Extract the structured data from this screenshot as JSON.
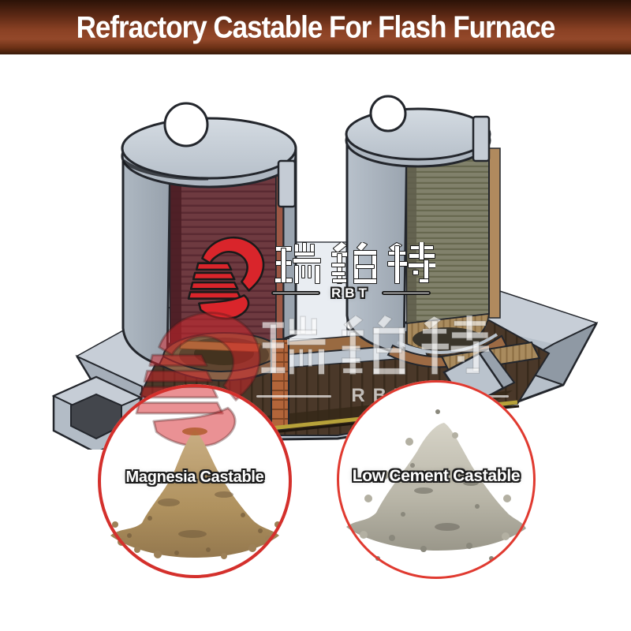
{
  "banner": {
    "title": "Refractory Castable For Flash Furnace",
    "bg_dark": "#2b1207",
    "bg_mid": "#8a4124",
    "text_color": "#ffffff"
  },
  "brand": {
    "name_cn": "瑞铂特",
    "name_en": "RBT",
    "logo_red": "#d9252b"
  },
  "furnace_diagram": {
    "subject": "flash furnace cutaway with two cylindrical vessels on a brick-lined base",
    "shell_color": "#b4bdc7",
    "left_vessel_lining_color": "#6e3a40",
    "right_vessel_lining_color": "#7e7f6c",
    "brick_color": "#b2653a",
    "floor_line_color": "#b7a23a"
  },
  "products": [
    {
      "label": "Magnesia Castable",
      "powder_color": "#b79a6e",
      "ring_color": "#d4302c"
    },
    {
      "label": "Low Cement Castable",
      "powder_color": "#c6c3b6",
      "ring_color": "#e03a30"
    }
  ]
}
